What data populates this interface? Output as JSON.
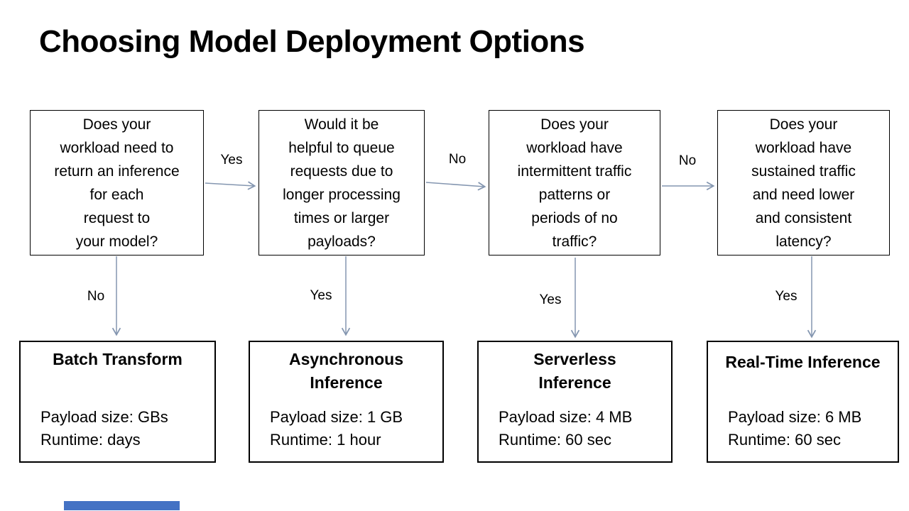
{
  "slide": {
    "title": "Choosing Model Deployment Options"
  },
  "colors": {
    "background": "#ffffff",
    "text": "#000000",
    "box_border": "#000000",
    "arrow": "#8496b0",
    "progress_bar": "#4472c4"
  },
  "questions": [
    {
      "text": "Does your\nworkload need to\nreturn an inference\nfor each\nrequest to\nyour model?"
    },
    {
      "text": "Would it be\nhelpful to queue\nrequests due to\nlonger processing\ntimes or larger\npayloads?"
    },
    {
      "text": "Does your\nworkload have\nintermittent traffic\npatterns or\nperiods of no\ntraffic?"
    },
    {
      "text": "Does your\nworkload have\nsustained traffic\nand need lower\nand consistent\nlatency?"
    }
  ],
  "decision_labels": {
    "horizontal": [
      {
        "label": "Yes"
      },
      {
        "label": "No"
      },
      {
        "label": "No"
      }
    ],
    "vertical": [
      {
        "label": "No"
      },
      {
        "label": "Yes"
      },
      {
        "label": "Yes"
      },
      {
        "label": "Yes"
      }
    ]
  },
  "options": [
    {
      "title": "Batch Transform",
      "payload": "Payload size: GBs",
      "runtime": "Runtime: days"
    },
    {
      "title": "Asynchronous\nInference",
      "payload": "Payload size: 1 GB",
      "runtime": "Runtime: 1 hour"
    },
    {
      "title": "Serverless\nInference",
      "payload": "Payload size: 4 MB",
      "runtime": "Runtime: 60 sec"
    },
    {
      "title": "Real-Time Inference",
      "payload": "Payload size: 6 MB",
      "runtime": "Runtime: 60 sec"
    }
  ]
}
